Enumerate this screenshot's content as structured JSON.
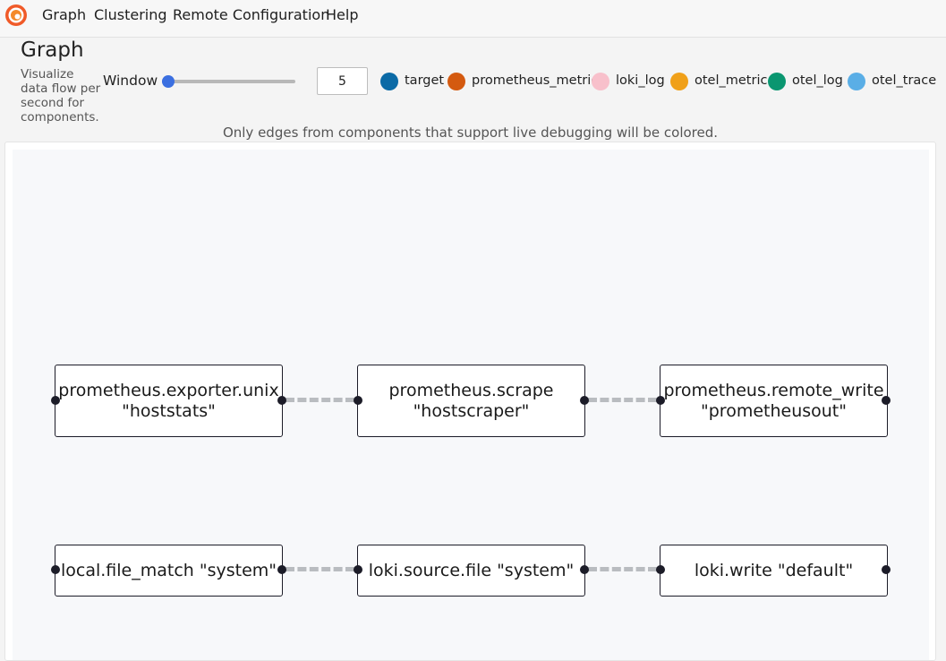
{
  "menu": [
    "Graph",
    "Clustering",
    "Remote Configuration",
    "Help"
  ],
  "header": {
    "title": "Graph",
    "description": "Visualize data flow per second for components."
  },
  "controls": {
    "window_label": "Window",
    "window_value": "5",
    "slider_level_fraction": 0.05
  },
  "legend": [
    {
      "label": "target",
      "color": "#0b6aa6"
    },
    {
      "label": "prometheus_metric",
      "color": "#d45a10"
    },
    {
      "label": "loki_log",
      "color": "#f8c0cb"
    },
    {
      "label": "otel_metric",
      "color": "#f0a019"
    },
    {
      "label": "otel_log",
      "color": "#0a9670"
    },
    {
      "label": "otel_trace",
      "color": "#5aaee6"
    }
  ],
  "notice": "Only edges from components that support live debugging will be colored.",
  "graph": {
    "rows": [
      {
        "nodes": [
          {
            "line1": "prometheus.exporter.unix",
            "line2": "\"hoststats\""
          },
          {
            "line1": "prometheus.scrape",
            "line2": "\"hostscraper\""
          },
          {
            "line1": "prometheus.remote_write",
            "line2": "\"prometheusout\""
          }
        ]
      },
      {
        "nodes": [
          {
            "line1": "local.file_match \"system\"",
            "line2": ""
          },
          {
            "line1": "loki.source.file \"system\"",
            "line2": ""
          },
          {
            "line1": "loki.write \"default\"",
            "line2": ""
          }
        ]
      }
    ]
  }
}
